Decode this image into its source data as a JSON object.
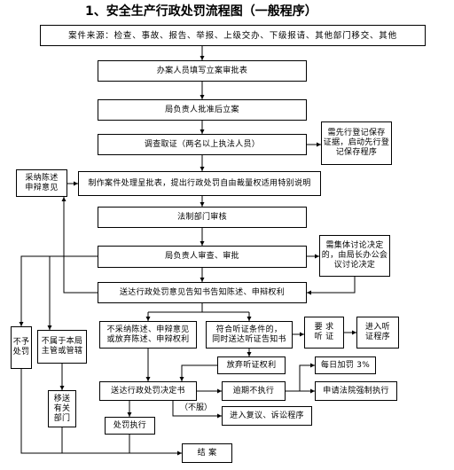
{
  "title": "1、安全生产行政处罚流程图（一般程序）",
  "nodes": {
    "case_source": "案件来源：检查、事故、报告、举报、上级交办、下级报请、其他部门移交、其他",
    "fill_form": "办案人员填写立案审批表",
    "approve_filing": "局负责人批准后立案",
    "investigation": "调查取证（两名以上执法人员）",
    "evidence_preservation": [
      "需先行登记保存",
      "证据，启动先行登",
      "记保存程序"
    ],
    "adopt_statement": [
      "采纳陈述",
      "申辩意见"
    ],
    "case_report": "制作案件处理呈批表，提出行政处罚自由裁量权适用特别说明",
    "legal_review": "法制部门审核",
    "leader_review": "局负责人审查、审批",
    "collective_discussion": [
      "需集体讨论决定",
      "的，由局长办公会",
      "议讨论决定"
    ],
    "notice_of_intent": "送达行政处罚意见告知书告知陈述、申辩权利",
    "no_penalty": [
      "不予",
      "处罚"
    ],
    "not_jurisdiction": [
      "不属于本局",
      "主管或管辖"
    ],
    "transfer": [
      "移送",
      "有关",
      "部门"
    ],
    "reject_statement": [
      "不采纳陈述、申辩意见",
      "或放弃陈述、申辩权利"
    ],
    "hearing_eligible": [
      "符合听证条件的，",
      "同时送达听证告知书"
    ],
    "request_hearing": [
      "要 求",
      "听 证"
    ],
    "hearing_procedure": [
      "进入听",
      "证程序"
    ],
    "waive_hearing": "放弃听证权利",
    "daily_fine": "每日加罚 3%",
    "decision_delivery": "送达行政处罚决定书",
    "overdue": "逾期不执行",
    "court_enforcement": "申请法院强制执行",
    "objection_label": "（不服）",
    "appeal": "进入复议、诉讼程序",
    "execute_penalty": "处罚执行",
    "close_case": "结 案"
  }
}
